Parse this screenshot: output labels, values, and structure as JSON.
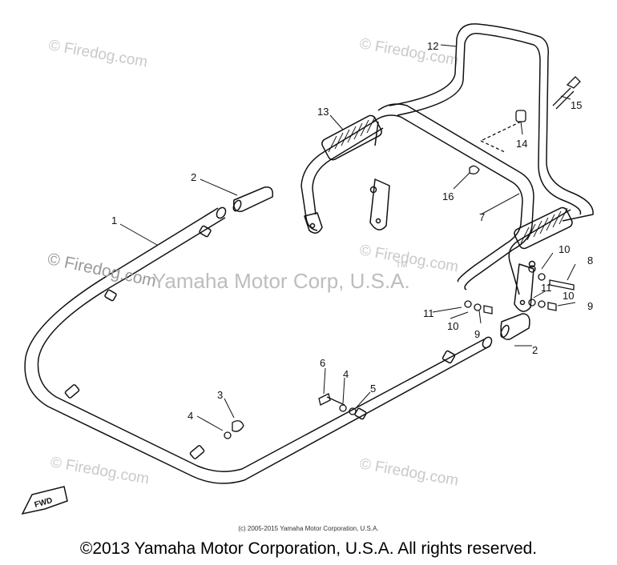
{
  "watermark": {
    "brand": "© Firedog.com",
    "center": "Yamaha Motor Corp, U.S.A.",
    "tm": "TM"
  },
  "direction_badge": "FWD",
  "callouts": {
    "c1": "1",
    "c2a": "2",
    "c2b": "2",
    "c3": "3",
    "c4a": "4",
    "c4b": "4",
    "c5": "5",
    "c6": "6",
    "c7": "7",
    "c8": "8",
    "c9a": "9",
    "c9b": "9",
    "c10a": "10",
    "c10b": "10",
    "c10c": "10",
    "c11a": "11",
    "c11b": "11",
    "c12": "12",
    "c13": "13",
    "c14": "14",
    "c15": "15",
    "c16": "16"
  },
  "footer": {
    "fine_print": "(c) 2005-2015 Yamaha Motor Corporation, U.S.A.",
    "copyright": "©2013 Yamaha Motor Corporation, U.S.A. All rights reserved."
  },
  "colors": {
    "line": "#111111",
    "watermark": "#c9c9c9"
  }
}
